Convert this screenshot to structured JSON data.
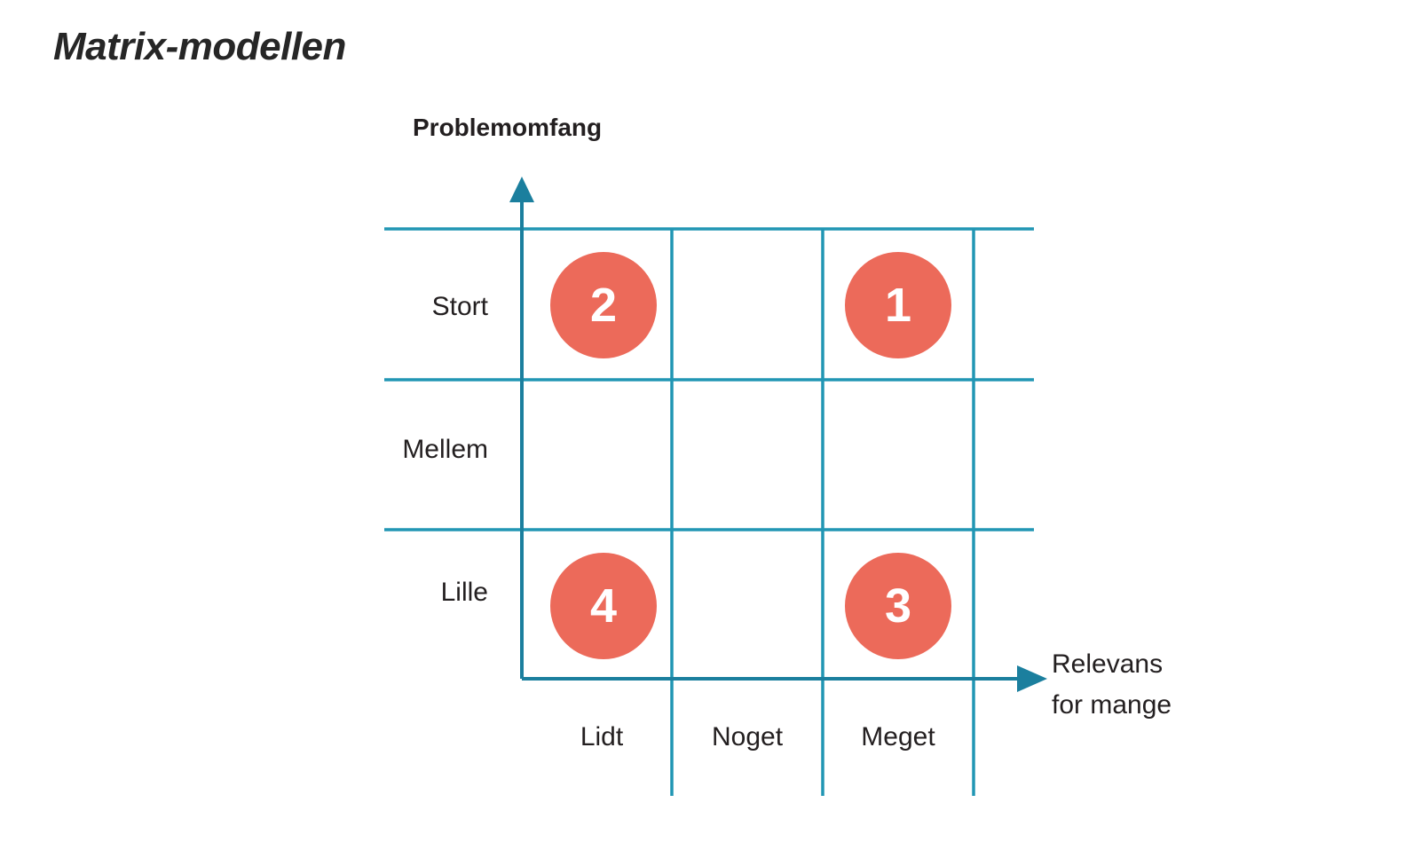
{
  "slide": {
    "title": "Matrix-modellen",
    "background_color": "#ffffff"
  },
  "axes": {
    "y_title": "Problemomfang",
    "x_title_line1": "Relevans",
    "x_title_line2": "for mange",
    "axis_color": "#1b7f9e",
    "grid_color": "#2196b4"
  },
  "chart_data": {
    "type": "scatter",
    "title": "Matrix-modellen",
    "xlabel": "Relevans for mange",
    "ylabel": "Problemomfang",
    "grid": true,
    "legend": "none",
    "x_categories": [
      "Lidt",
      "Noget",
      "Meget"
    ],
    "y_categories": [
      "Stort",
      "Mellem",
      "Lille"
    ],
    "bubble_color": "#ec6a5a",
    "bubble_label_color": "#ffffff",
    "points": [
      {
        "label": "1",
        "x_category": "Meget",
        "y_category": "Stort"
      },
      {
        "label": "2",
        "x_category": "Lidt",
        "y_category": "Stort"
      },
      {
        "label": "3",
        "x_category": "Meget",
        "y_category": "Lille"
      },
      {
        "label": "4",
        "x_category": "Lidt",
        "y_category": "Lille"
      }
    ]
  }
}
